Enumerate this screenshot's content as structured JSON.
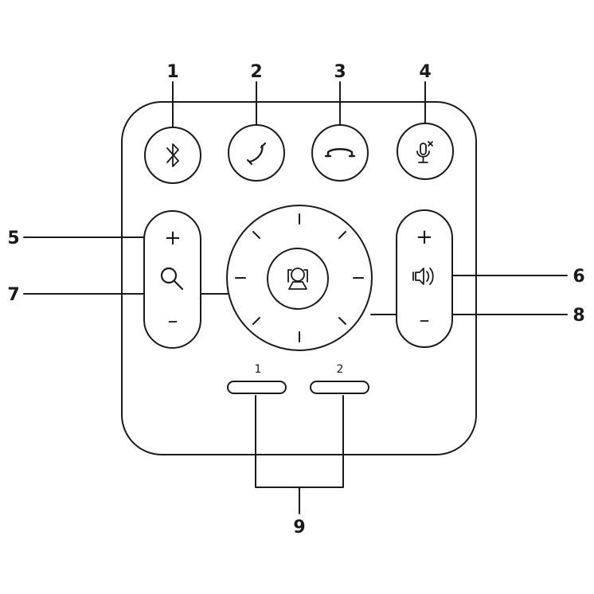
{
  "callouts": {
    "c1": "1",
    "c2": "2",
    "c3": "3",
    "c4": "4",
    "c5": "5",
    "c6": "6",
    "c7": "7",
    "c8": "8",
    "c9": "9"
  },
  "zoom_rocker": {
    "plus": "+",
    "minus": "–"
  },
  "volume_rocker": {
    "plus": "+",
    "minus": "–"
  },
  "presets": {
    "p1": "1",
    "p2": "2"
  },
  "icons": [
    "bluetooth-icon",
    "call-icon",
    "hang-up-icon",
    "mic-mute-icon",
    "zoom-magnifier-icon",
    "speaker-volume-icon",
    "home-camera-icon"
  ],
  "colors": {
    "line": "#1a1a1a",
    "background": "#ffffff"
  }
}
